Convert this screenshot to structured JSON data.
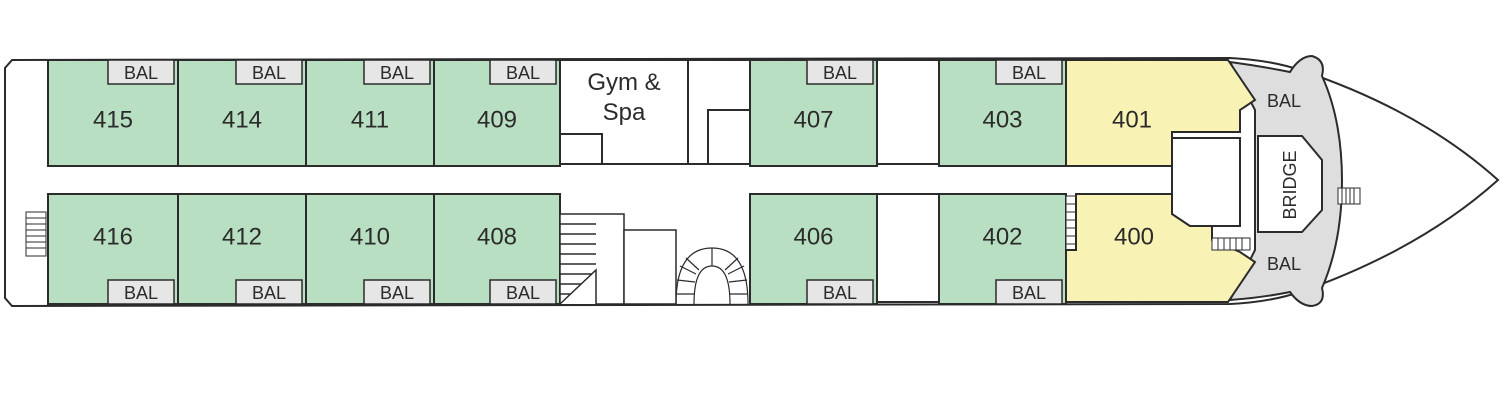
{
  "deck": {
    "colors": {
      "cabin_standard": "#b9dfc2",
      "cabin_suite": "#f8f3b4",
      "balcony": "#e6e6e6",
      "bridge_area": "#dedede",
      "outline": "#2b2b2b"
    },
    "cabins": [
      {
        "id": "415",
        "label": "415",
        "type": "standard"
      },
      {
        "id": "414",
        "label": "414",
        "type": "standard"
      },
      {
        "id": "411",
        "label": "411",
        "type": "standard"
      },
      {
        "id": "409",
        "label": "409",
        "type": "standard"
      },
      {
        "id": "407",
        "label": "407",
        "type": "standard"
      },
      {
        "id": "403",
        "label": "403",
        "type": "standard"
      },
      {
        "id": "401",
        "label": "401",
        "type": "suite"
      },
      {
        "id": "416",
        "label": "416",
        "type": "standard"
      },
      {
        "id": "412",
        "label": "412",
        "type": "standard"
      },
      {
        "id": "410",
        "label": "410",
        "type": "standard"
      },
      {
        "id": "408",
        "label": "408",
        "type": "standard"
      },
      {
        "id": "406",
        "label": "406",
        "type": "standard"
      },
      {
        "id": "402",
        "label": "402",
        "type": "standard"
      },
      {
        "id": "400",
        "label": "400",
        "type": "suite"
      }
    ],
    "balcony_label": "BAL",
    "gym": {
      "line1": "Gym &",
      "line2": "Spa"
    },
    "bridge_label": "BRIDGE"
  }
}
